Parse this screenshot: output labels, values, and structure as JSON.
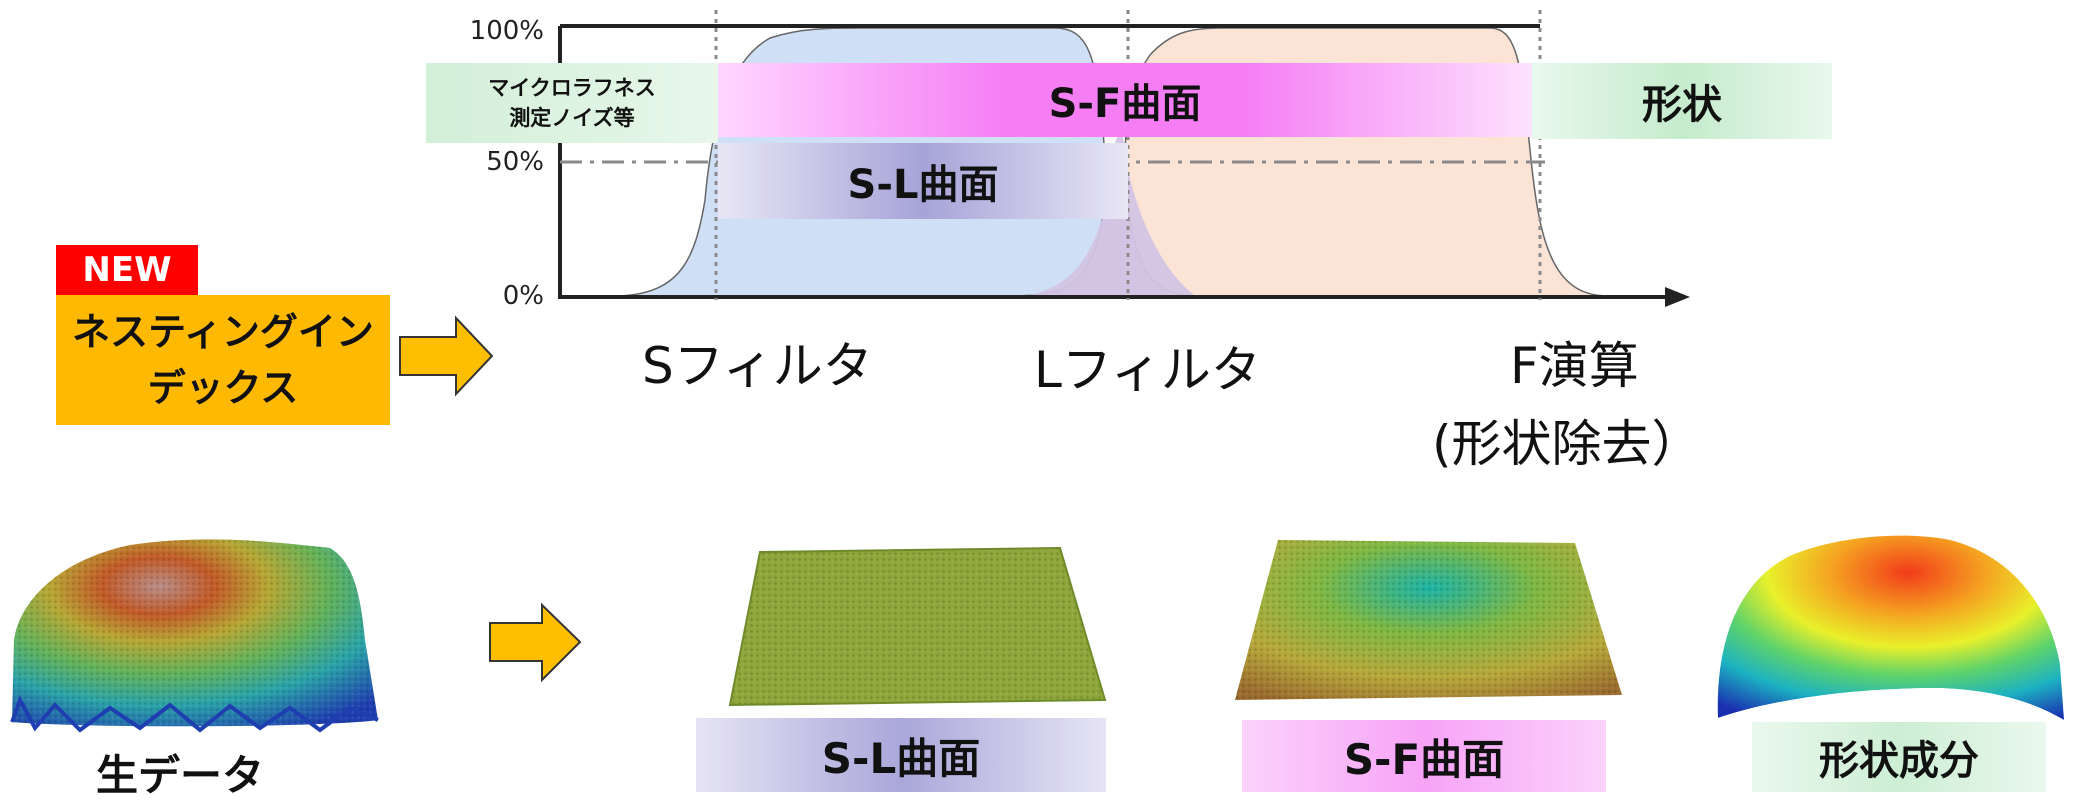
{
  "chart": {
    "y_ticks": [
      "100%",
      "50%",
      "0%"
    ],
    "filters": {
      "s": "Sフィルタ",
      "l": "Lフィルタ",
      "f_line1": "F演算",
      "f_line2": "(形状除去）"
    },
    "bands": {
      "micro_line1": "マイクロラフネス",
      "micro_line2": "測定ノイズ等",
      "sf": "S-F曲面",
      "shape": "形状",
      "sl": "S-L曲面"
    }
  },
  "badge": {
    "new": "NEW"
  },
  "nesting_index": {
    "line1": "ネスティングイン",
    "line2": "デックス"
  },
  "captions": {
    "raw": "生データ",
    "sl": "S-L曲面",
    "sf": "S-F曲面",
    "shape": "形状成分"
  },
  "colors": {
    "blue_fill": "#cfe0f6",
    "peach_fill": "#fbe3d5",
    "purple_overlap": "#d6c9e6",
    "new_red": "#ff0000",
    "nesting_orange": "#ffb900",
    "arrow_fill": "#ffbf00",
    "sf_magenta": "#f68af6",
    "sl_purple": "#a9a7d6",
    "green_band": "#cfeed6"
  }
}
